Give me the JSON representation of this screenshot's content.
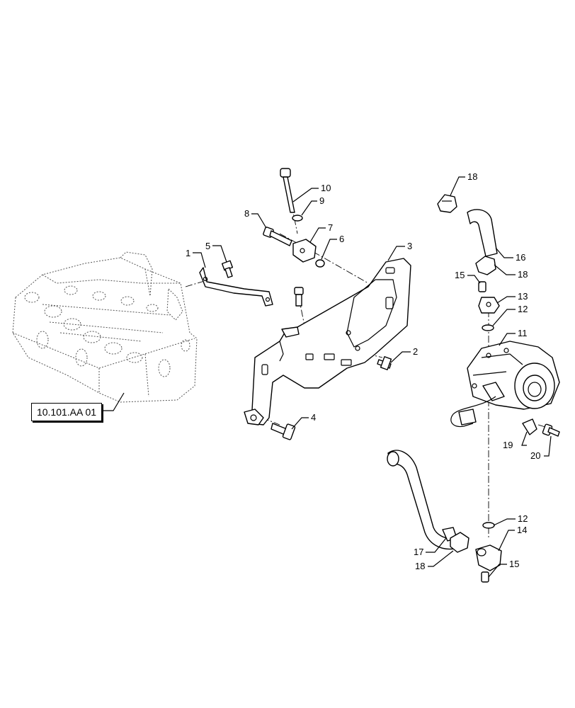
{
  "reference_link": "10.101.AA 01",
  "callouts": {
    "c1": "1",
    "c2": "2",
    "c3": "3",
    "c4": "4",
    "c5": "5",
    "c6": "6",
    "c7": "7",
    "c8": "8",
    "c9": "9",
    "c10": "10",
    "c11": "11",
    "c12a": "12",
    "c12b": "12",
    "c13": "13",
    "c14": "14",
    "c15a": "15",
    "c15b": "15",
    "c16": "16",
    "c17": "17",
    "c18a": "18",
    "c18b": "18",
    "c18c": "18",
    "c19": "19",
    "c20": "20"
  }
}
